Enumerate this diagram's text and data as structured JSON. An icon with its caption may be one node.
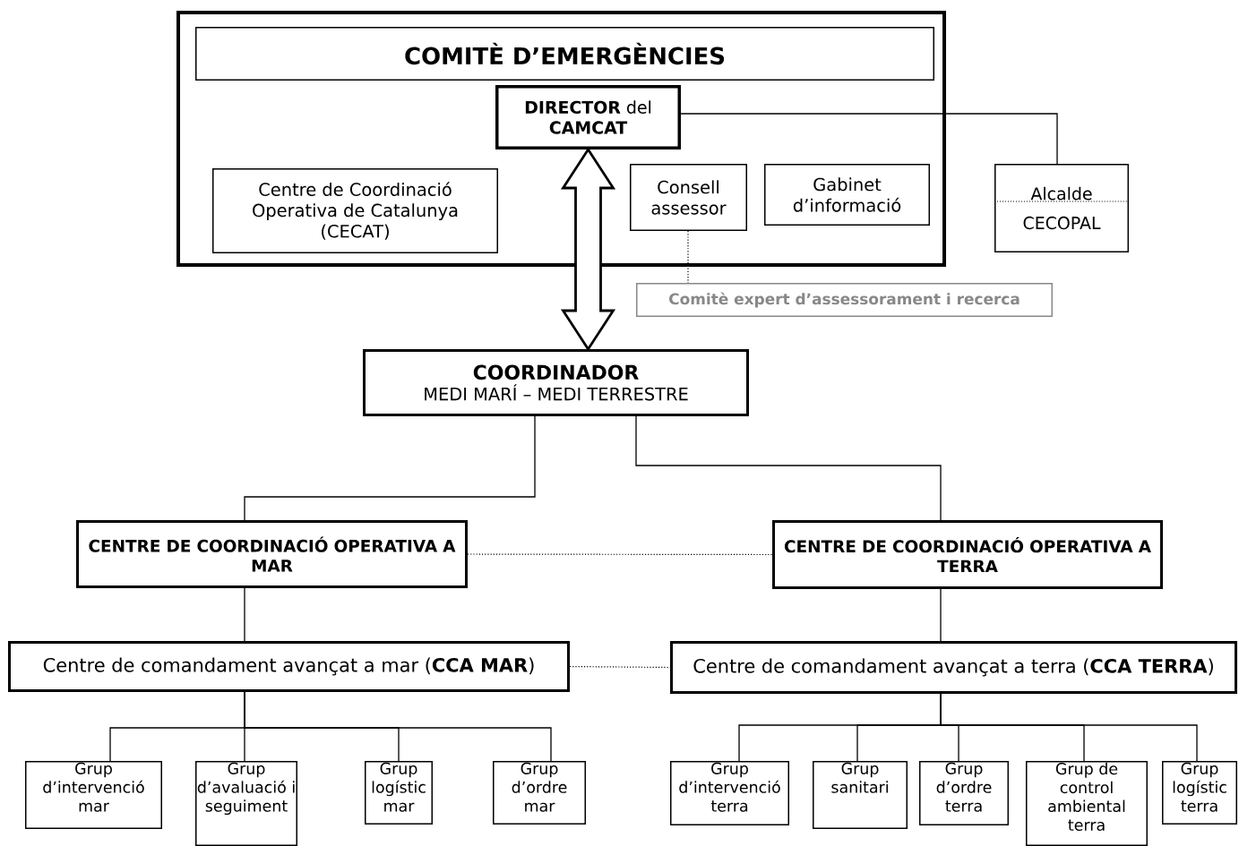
{
  "diagram": {
    "nodes": [
      {
        "text": [],
        "shape": "box"
      },
      {
        "text": [
          "COMITÈ D’EMERGÈNCIES"
        ],
        "in": 0
      },
      {
        "text": [
          "**DIRECTOR** del **CAMCAT**"
        ],
        "in": 0
      },
      {
        "text": [
          "Centre de Coordinació Operativa de Catalunya (CECAT)"
        ],
        "in": 0
      },
      {
        "text": [
          "Consell assessor"
        ],
        "in": 0
      },
      {
        "text": [
          "Gabinet d’informació"
        ],
        "in": 0
      },
      {
        "text": [
          "Alcalde",
          "CECOPAL"
        ]
      },
      {
        "text": [
          "Comitè expert d’assessorament i recerca"
        ]
      },
      {
        "text": [
          "COORDINADOR",
          "MEDI MARÍ – MEDI TERRESTRE"
        ]
      },
      {
        "text": [
          "CENTRE DE COORDINACIÓ OPERATIVA A MAR"
        ]
      },
      {
        "text": [
          "CENTRE DE COORDINACIÓ OPERATIVA A TERRA"
        ]
      },
      {
        "text": [
          "Centre de comandament avançat a mar (**CCA MAR**)"
        ]
      },
      {
        "text": [
          "Centre de comandament avançat a terra (**CCA TERRA**)"
        ]
      },
      {
        "text": [
          "Grup d’intervenció mar"
        ]
      },
      {
        "text": [
          "Grup d’avaluació i seguiment"
        ]
      },
      {
        "text": [
          "Grup logístic mar"
        ]
      },
      {
        "text": [
          "Grup d’ordre mar"
        ]
      },
      {
        "text": [
          "Grup d’intervenció terra"
        ]
      },
      {
        "text": [
          "Grup sanitari"
        ]
      },
      {
        "text": [
          "Grup d’ordre terra"
        ]
      },
      {
        "text": [
          "Grup de control ambiental terra"
        ]
      },
      {
        "text": [
          "Grup logístic terra"
        ]
      }
    ],
    "edges": [
      {
        "from": 2,
        "to": 6,
        "arrow": "none"
      },
      {
        "from": 2,
        "to": 8,
        "arrow": "both",
        "style": "thick"
      },
      {
        "from": 4,
        "to": 7,
        "arrow": "none",
        "style": "dashed"
      },
      {
        "from": 8,
        "to": 9,
        "arrow": "none"
      },
      {
        "from": 8,
        "to": 10,
        "arrow": "none"
      },
      {
        "from": 9,
        "to": 10,
        "arrow": "none",
        "style": "dashed"
      },
      {
        "from": 9,
        "to": 11,
        "arrow": "none"
      },
      {
        "from": 10,
        "to": 12,
        "arrow": "none"
      },
      {
        "from": 11,
        "to": 12,
        "arrow": "none",
        "style": "dashed"
      },
      {
        "from": 11,
        "to": 13,
        "arrow": "none"
      },
      {
        "from": 11,
        "to": 14,
        "arrow": "none"
      },
      {
        "from": 11,
        "to": 15,
        "arrow": "none"
      },
      {
        "from": 11,
        "to": 16,
        "arrow": "none"
      },
      {
        "from": 12,
        "to": 17,
        "arrow": "none"
      },
      {
        "from": 12,
        "to": 18,
        "arrow": "none"
      },
      {
        "from": 12,
        "to": 19,
        "arrow": "none"
      },
      {
        "from": 12,
        "to": 20,
        "arrow": "none"
      },
      {
        "from": 12,
        "to": 21,
        "arrow": "none"
      }
    ]
  }
}
